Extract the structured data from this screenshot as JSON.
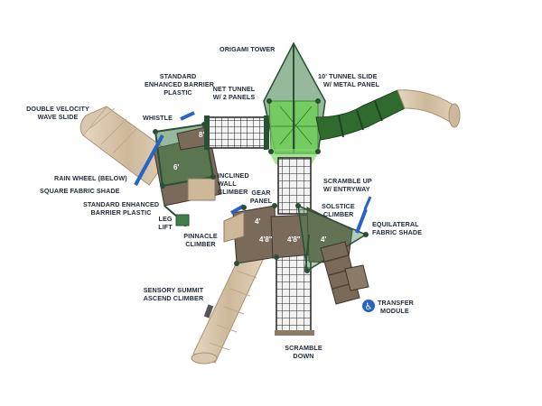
{
  "labels": {
    "origami_tower": "ORIGAMI TOWER",
    "tunnel_slide_1": "10' TUNNEL SLIDE",
    "tunnel_slide_2": "W/ METAL PANEL",
    "standard_enhanced_1": "STANDARD",
    "standard_enhanced_2": "ENHANCED BARRIER",
    "standard_enhanced_3": "PLASTIC",
    "net_tunnel_1": "NET TUNNEL",
    "net_tunnel_2": "W/ 2 PANELS",
    "double_velocity_1": "DOUBLE VELOCITY",
    "double_velocity_2": "WAVE SLIDE",
    "whistle": "WHISTLE",
    "rain_wheel": "RAIN WHEEL (BELOW)",
    "square_fabric_shade": "SQUARE FABRIC SHADE",
    "std_enh_barrier_1": "STANDARD ENHANCED",
    "std_enh_barrier_2": "BARRIER PLASTIC",
    "inclined_wall_1": "INCLINED",
    "inclined_wall_2": "WALL",
    "inclined_wall_3": "CLIMBER",
    "scramble_up_1": "SCRAMBLE UP",
    "scramble_up_2": "W/ ENTRYWAY",
    "gear_panel_1": "GEAR",
    "gear_panel_2": "PANEL",
    "solstice_1": "SOLSTICE",
    "solstice_2": "CLIMBER",
    "equilateral_1": "EQUILATERAL",
    "equilateral_2": "FABRIC SHADE",
    "leg_lift_1": "LEG",
    "leg_lift_2": "LIFT",
    "pinnacle_1": "PINNACLE",
    "pinnacle_2": "CLIMBER",
    "sensory_1": "SENSORY SUMMIT",
    "sensory_2": "ASCEND CLIMBER",
    "transfer_1": "TRANSFER",
    "transfer_2": "MODULE",
    "scramble_down_1": "SCRAMBLE",
    "scramble_down_2": "DOWN"
  },
  "decks": {
    "d_8": "8'",
    "d_6": "6'",
    "d_4a": "4'",
    "d_48a": "4'8\"",
    "d_48b": "4'8\"",
    "d_4b": "4'"
  },
  "icons": {
    "accessibility": "♿"
  },
  "colors": {
    "deck": "#7a6a5a",
    "shade_green": "#3f7f4a",
    "slide_tan": "#d8c6ad",
    "tunnel_green": "#2f6a2e",
    "post_green": "#2a4f33",
    "accent_blue": "#2a63c8",
    "label": "#1f2a3a"
  }
}
